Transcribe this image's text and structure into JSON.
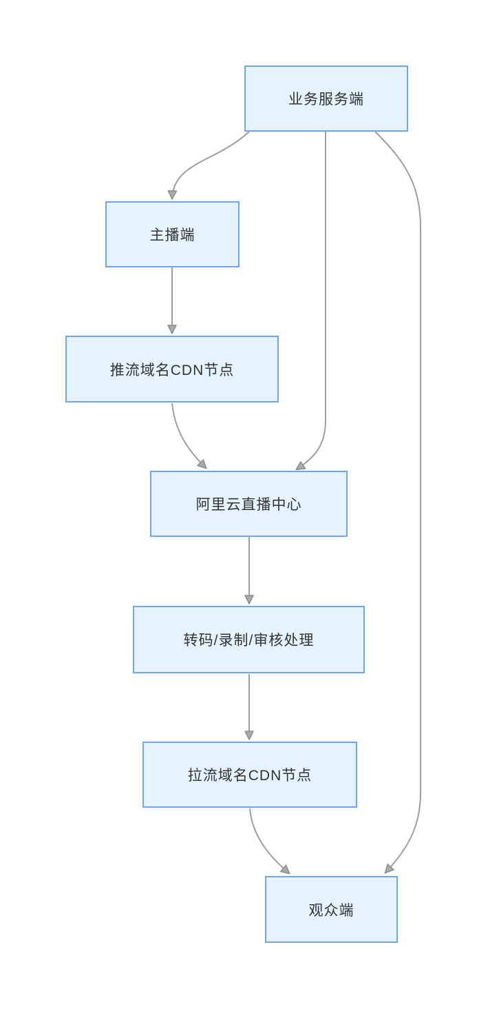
{
  "diagram": {
    "type": "flowchart",
    "background": "#ffffff",
    "colors": {
      "node_fill": "#e4f3fd",
      "node_border": "#6fa4f2",
      "node_text": "#333333",
      "edge_line": "#9e9e9e",
      "arrow_fill": "#ababab",
      "arrow_stroke": "#8c8c8c"
    },
    "nodes": [
      {
        "id": "business-server",
        "label": "业务服务端"
      },
      {
        "id": "anchor-client",
        "label": "主播端"
      },
      {
        "id": "push-cdn-node",
        "label": "推流域名CDN节点"
      },
      {
        "id": "live-center",
        "label": "阿里云直播中心"
      },
      {
        "id": "processing",
        "label": "转码/录制/审核处理"
      },
      {
        "id": "pull-cdn-node",
        "label": "拉流域名CDN节点"
      },
      {
        "id": "viewer-client",
        "label": "观众端"
      }
    ],
    "edges": [
      {
        "from": "业务服务端",
        "to": "主播端"
      },
      {
        "from": "业务服务端",
        "to": "阿里云直播中心"
      },
      {
        "from": "业务服务端",
        "to": "观众端"
      },
      {
        "from": "主播端",
        "to": "推流域名CDN节点"
      },
      {
        "from": "推流域名CDN节点",
        "to": "阿里云直播中心"
      },
      {
        "from": "阿里云直播中心",
        "to": "转码/录制/审核处理"
      },
      {
        "from": "转码/录制/审核处理",
        "to": "拉流域名CDN节点"
      },
      {
        "from": "拉流域名CDN节点",
        "to": "观众端"
      }
    ]
  }
}
